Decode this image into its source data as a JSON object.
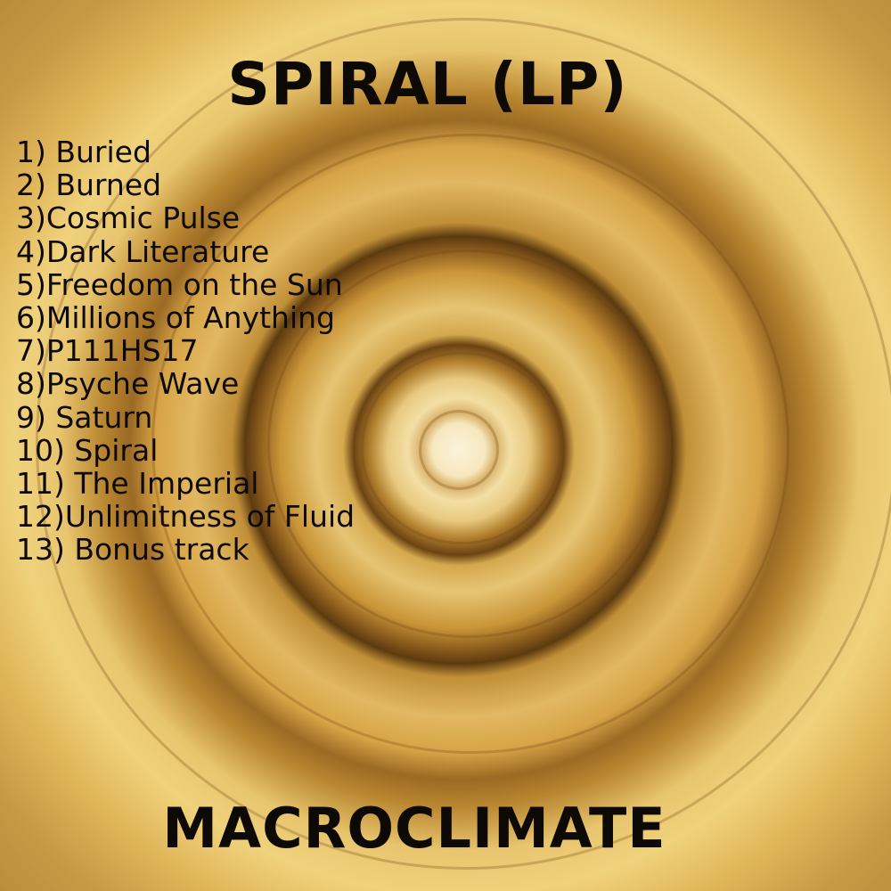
{
  "album": {
    "title": "SPIRAL (LP)",
    "artist": "MACROCLIMATE",
    "background": "spiral-seashell-photo"
  },
  "tracks": [
    {
      "label": " 1) Buried"
    },
    {
      "label": " 2) Burned"
    },
    {
      "label": " 3)Cosmic Pulse"
    },
    {
      "label": " 4)Dark Literature"
    },
    {
      "label": " 5)Freedom on the Sun"
    },
    {
      "label": " 6)Millions of Anything"
    },
    {
      "label": " 7)P111HS17"
    },
    {
      "label": " 8)Psyche Wave"
    },
    {
      "label": "  9) Saturn"
    },
    {
      "label": "  10) Spiral"
    },
    {
      "label": "  11) The Imperial"
    },
    {
      "label": "  12)Unlimitness of Fluid"
    },
    {
      "label": "13) Bonus track"
    }
  ],
  "colors": {
    "text": "#0d0905",
    "shell_light": "#f6e7bd",
    "shell_mid": "#e2b85c",
    "shell_dark": "#6b4313"
  }
}
